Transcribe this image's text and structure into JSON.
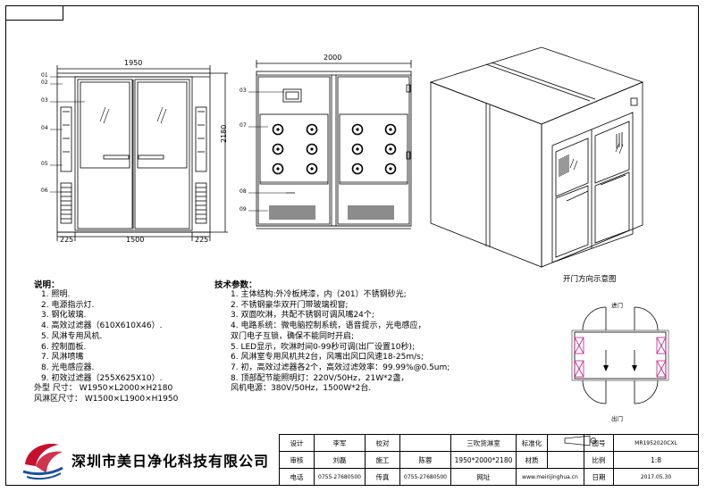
{
  "front_view": {
    "width": "1950",
    "bottom_dims": [
      "225",
      "1500",
      "225"
    ],
    "height": "2180",
    "callouts": [
      "01",
      "02",
      "03",
      "04",
      "05",
      "06"
    ]
  },
  "side_view": {
    "width": "2000",
    "callouts": [
      "03",
      "07",
      "08",
      "09"
    ]
  },
  "iso_caption": "开门方向示意图",
  "plan": {
    "in_label": "进门",
    "out_label": "出门"
  },
  "notes": {
    "title": "说明：",
    "items": [
      "1. 照明.",
      "2. 电源指示灯.",
      "3. 钢化玻璃.",
      "4. 高效过滤器（610X610X46）.",
      "5. 风淋专用风机.",
      "6. 控制面板.",
      "7. 风淋喷嘴",
      "8. 光电感应器.",
      "9. 初效过滤器（255X625X10）."
    ],
    "outer_size": "外型   尺寸： W1950×L2000×H2180",
    "zone_size": "风淋区尺寸： W1500×L1900×H1950"
  },
  "spec": {
    "title": "技术参数：",
    "items": [
      "1. 主体结构:外冷板烤漆，内（201）不锈钢砂光;",
      "2. 不锈钢豪华双开门带玻璃视窗;",
      "3. 双面吹淋，共配不锈钢可调风嘴24个;",
      "4. 电路系统：微电脑控制系统，语音提示，光电感应，",
      "   双门电子互锁，确保不能同时开启;",
      "5. LED显示，吹淋时间0-99秒可调(出厂设置10秒);",
      "6. 风淋室专用风机共2台，风嘴出风口风速18-25m/s;",
      "7. 初，高效过滤器各2个，高效过滤效率：99.99%@0.5um;",
      "8. 顶部配节能照明灯：220V/50Hz，21W*2盏，",
      "   风机电源：380V/50Hz，1500W*2台."
    ]
  },
  "company": "深圳市美日净化科技有限公司",
  "title_block": {
    "design_label": "设计",
    "design_value": "李军",
    "check_label": "校对",
    "check_value": "",
    "product": "三吹货淋室",
    "std_label": "标准化",
    "drawing_no_label": "图号",
    "drawing_no": "MR1952020CXL",
    "review_label": "审核",
    "review_value": "刘磊",
    "build_label": "施工",
    "build_value": "陈蓉",
    "size": "1950*2000*2180",
    "material_label": "材质",
    "scale_label": "比例",
    "scale": "1:8",
    "phone_label": "电话",
    "phone": "0755-27680500",
    "fax_label": "传真",
    "fax": "0755-27680500",
    "web_label": "网址",
    "web": "www.meirijinghua.cn",
    "date_label": "日期",
    "date": "2017.05.30"
  }
}
